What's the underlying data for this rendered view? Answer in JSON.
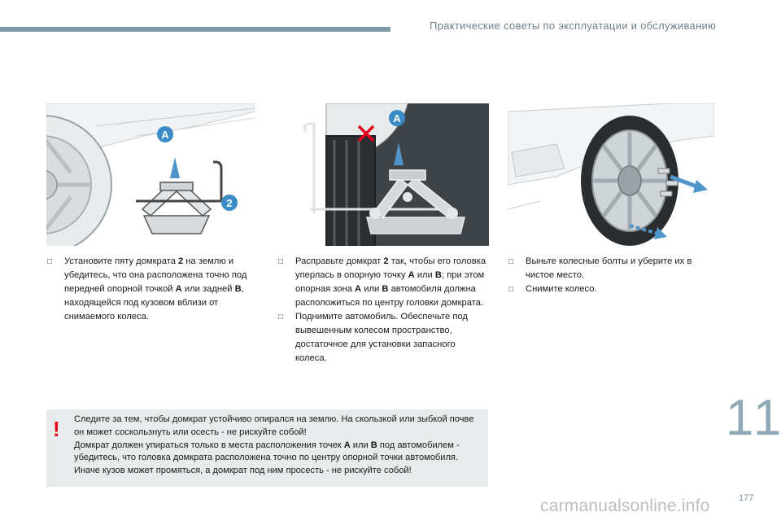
{
  "header": {
    "title": "Практические советы по эксплуатации и обслуживанию"
  },
  "illustrations": [
    {
      "label_a": "A",
      "label_2": "2"
    },
    {
      "label_a": "A"
    },
    {}
  ],
  "column1": {
    "items": [
      {
        "parts": [
          "Установите пяту домкрата ",
          "2",
          " на землю и убедитесь, что она расположена точно под передней опорной точкой ",
          "A",
          " или задней ",
          "B",
          ", находящейся под кузовом вблизи от снимаемого колеса."
        ]
      }
    ]
  },
  "column2": {
    "items": [
      {
        "parts": [
          "Расправьте домкрат ",
          "2",
          " так, чтобы его головка уперлась в опорную точку ",
          "A",
          " или ",
          "B",
          "; при этом опорная зона ",
          "A",
          " или ",
          "B",
          " автомобиля должна расположиться по центру головки домкрата."
        ]
      },
      {
        "parts": [
          "Поднимите автомобиль. Обеспечьте под вывешенным колесом пространство, достаточное для установки запасного колеса."
        ]
      }
    ]
  },
  "column3": {
    "items": [
      {
        "parts": [
          "Выньте колесные болты и уберите их в чистое место."
        ]
      },
      {
        "parts": [
          "Снимите колесо."
        ]
      }
    ]
  },
  "warning": {
    "icon": "!",
    "parts": [
      "Следите за тем, чтобы домкрат устойчиво опирался на землю. На скользкой или зыбкой почве он может соскользнуть или осесть - не рискуйте собой!",
      "Домкрат должен упираться только в места расположения точек ",
      "A",
      " или ",
      "B",
      " под автомобилем - убедитесь, что головка домкрата расположена точно по центру опорной точки автомобиля. Иначе кузов может промяться, а домкрат под ним просесть - не рискуйте собой!"
    ]
  },
  "chapter": "11",
  "page_number": "177",
  "watermark": "carmanualsonline.info",
  "colors": {
    "accent": "#7d9aaa",
    "warning": "#e2001a",
    "badge": "#3a8cc6"
  }
}
